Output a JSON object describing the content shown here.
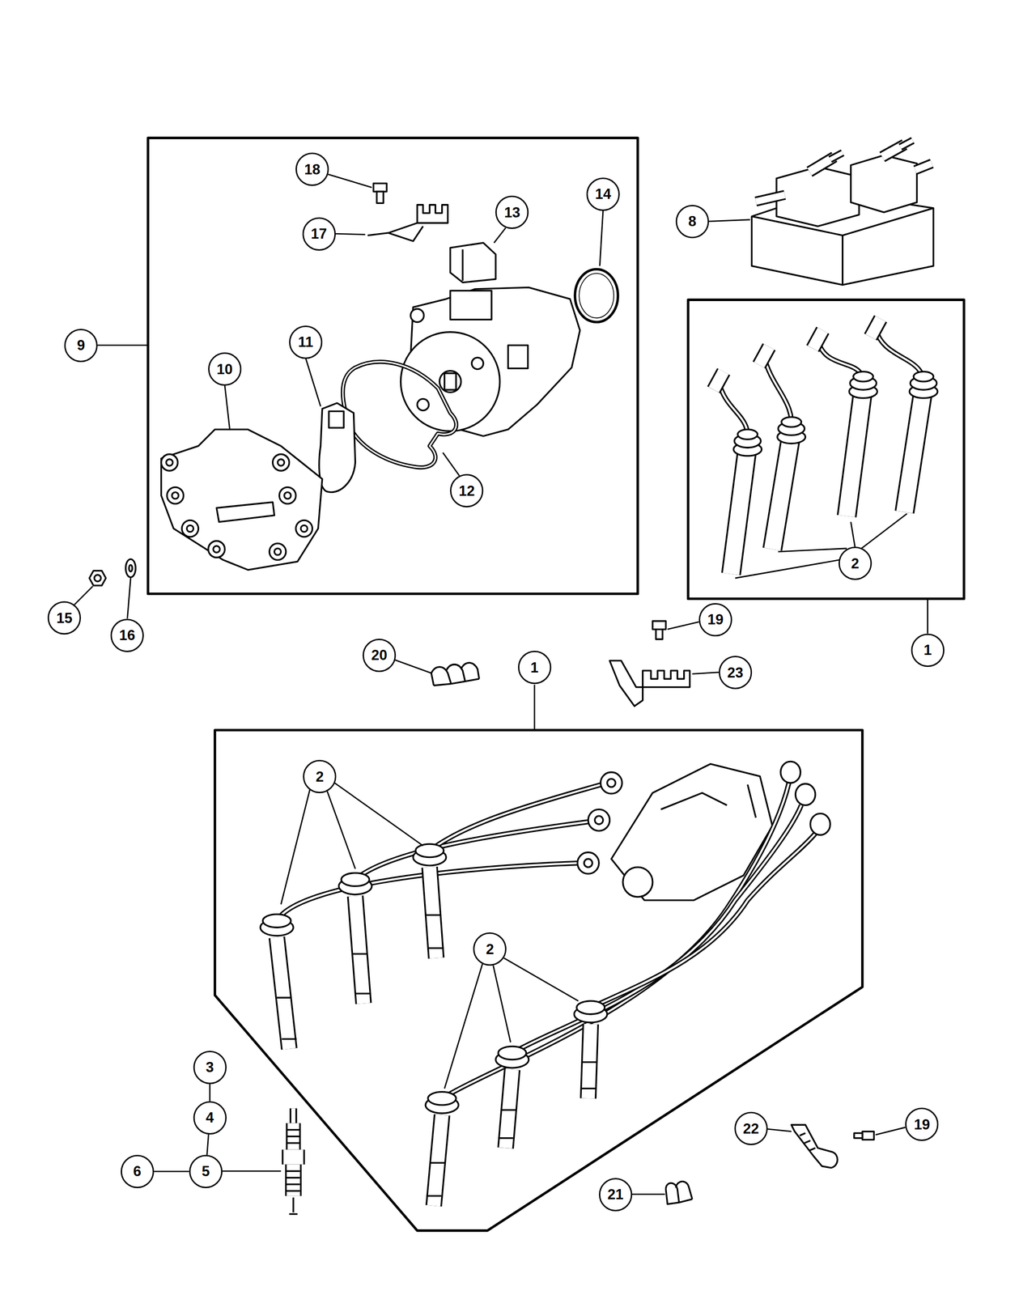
{
  "diagram": {
    "nodes": [
      {
        "text": [
          "18"
        ]
      },
      {
        "text": [
          "14"
        ]
      },
      {
        "text": [
          "13"
        ]
      },
      {
        "text": [
          "8"
        ]
      },
      {
        "text": [
          "17"
        ]
      },
      {
        "text": [
          "11"
        ]
      },
      {
        "text": [
          "9"
        ]
      },
      {
        "text": [
          "10"
        ]
      },
      {
        "text": [
          "12"
        ]
      },
      {
        "text": [
          "2"
        ]
      },
      {
        "text": [
          "15"
        ]
      },
      {
        "text": [
          "19"
        ]
      },
      {
        "text": [
          "1"
        ]
      },
      {
        "text": [
          "16"
        ]
      },
      {
        "text": [
          "20"
        ]
      },
      {
        "text": [
          "1"
        ]
      },
      {
        "text": [
          "23"
        ]
      },
      {
        "text": [
          "2"
        ]
      },
      {
        "text": [
          "2"
        ]
      },
      {
        "text": [
          "3"
        ]
      },
      {
        "text": [
          "4"
        ]
      },
      {
        "text": [
          "19"
        ]
      },
      {
        "text": [
          "22"
        ]
      },
      {
        "text": [
          "6"
        ]
      },
      {
        "text": [
          "5"
        ]
      },
      {
        "text": [
          "21"
        ]
      }
    ],
    "edges": [
      {
        "from": 19,
        "to": 20,
        "arrow": "none"
      },
      {
        "from": 20,
        "to": 24,
        "arrow": "none"
      },
      {
        "from": 23,
        "to": 24,
        "arrow": "none"
      }
    ]
  }
}
